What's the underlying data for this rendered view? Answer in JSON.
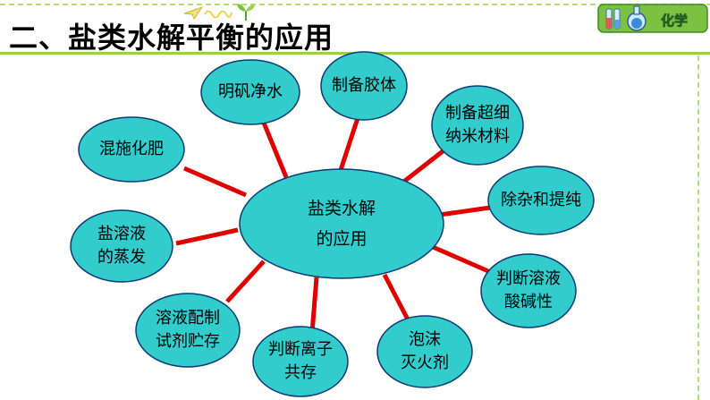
{
  "title": "二、盐类水解平衡的应用",
  "logo": {
    "label": "化学"
  },
  "colors": {
    "bubble_fill": "#33CCCC",
    "bubble_stroke": "#0B3B75",
    "spoke": "#E00000",
    "accent_green": "#9BD04A"
  },
  "center": {
    "text": "盐类水解\n的应用"
  },
  "nodes": [
    {
      "id": "mingfan",
      "text": "明矾净水"
    },
    {
      "id": "jiaoti",
      "text": "制备胶体"
    },
    {
      "id": "nami",
      "text": "制备超细\n纳米材料"
    },
    {
      "id": "feiliao",
      "text": "混施化肥"
    },
    {
      "id": "tichun",
      "text": "除杂和提纯"
    },
    {
      "id": "zhengfa",
      "text": "盐溶液\n的蒸发"
    },
    {
      "id": "suanjian",
      "text": "判断溶液\n酸碱性"
    },
    {
      "id": "peizhi",
      "text": "溶液配制\n试剂贮存"
    },
    {
      "id": "gongcun",
      "text": "判断离子\n共存"
    },
    {
      "id": "miehuo",
      "text": "泡沫\n灭火剂"
    }
  ]
}
